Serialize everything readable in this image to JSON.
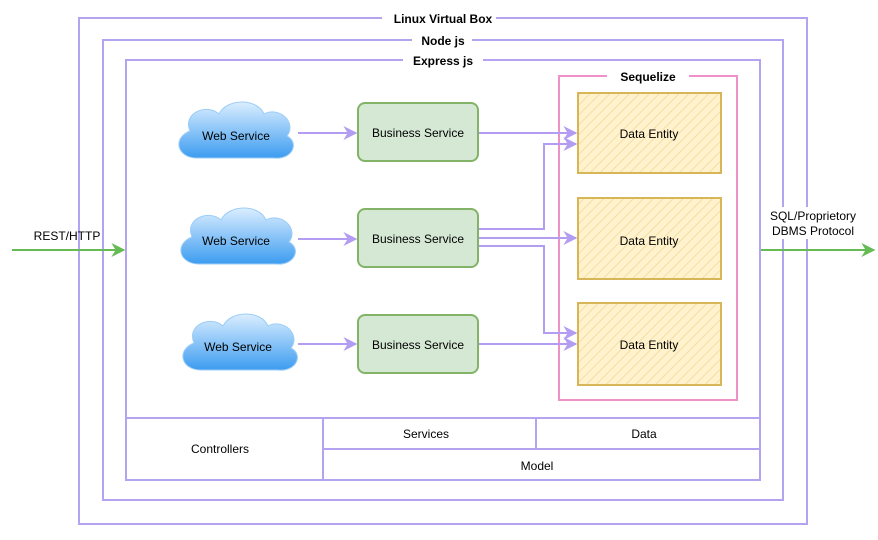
{
  "containers": {
    "linux_virtual_box": "Linux Virtual Box",
    "node_js": "Node js",
    "express_js": "Express js",
    "sequelize": "Sequelize"
  },
  "web_services": [
    "Web Service",
    "Web Service",
    "Web Service"
  ],
  "business_services": [
    "Business Service",
    "Business Service",
    "Business Service"
  ],
  "data_entities": [
    "Data Entity",
    "Data Entity",
    "Data Entity"
  ],
  "io": {
    "input_label": "REST/HTTP",
    "output_label_line1": "SQL/Proprietory",
    "output_label_line2": "DBMS Protocol"
  },
  "layers": {
    "controllers": "Controllers",
    "services": "Services",
    "data": "Data",
    "model": "Model"
  },
  "colors": {
    "container_border": "#b3a3f0",
    "arrow": "#b39df2",
    "io_arrow": "#66bb55",
    "cloud_light": "#dbeeff",
    "cloud_dark": "#3c9cf0",
    "business_fill": "#d5e8d4",
    "business_border": "#82b366",
    "entity_fill": "#fff2cc",
    "entity_border": "#d6b656",
    "sequelize_border": "#f090c8",
    "layer_border": "#b3a3f0"
  }
}
